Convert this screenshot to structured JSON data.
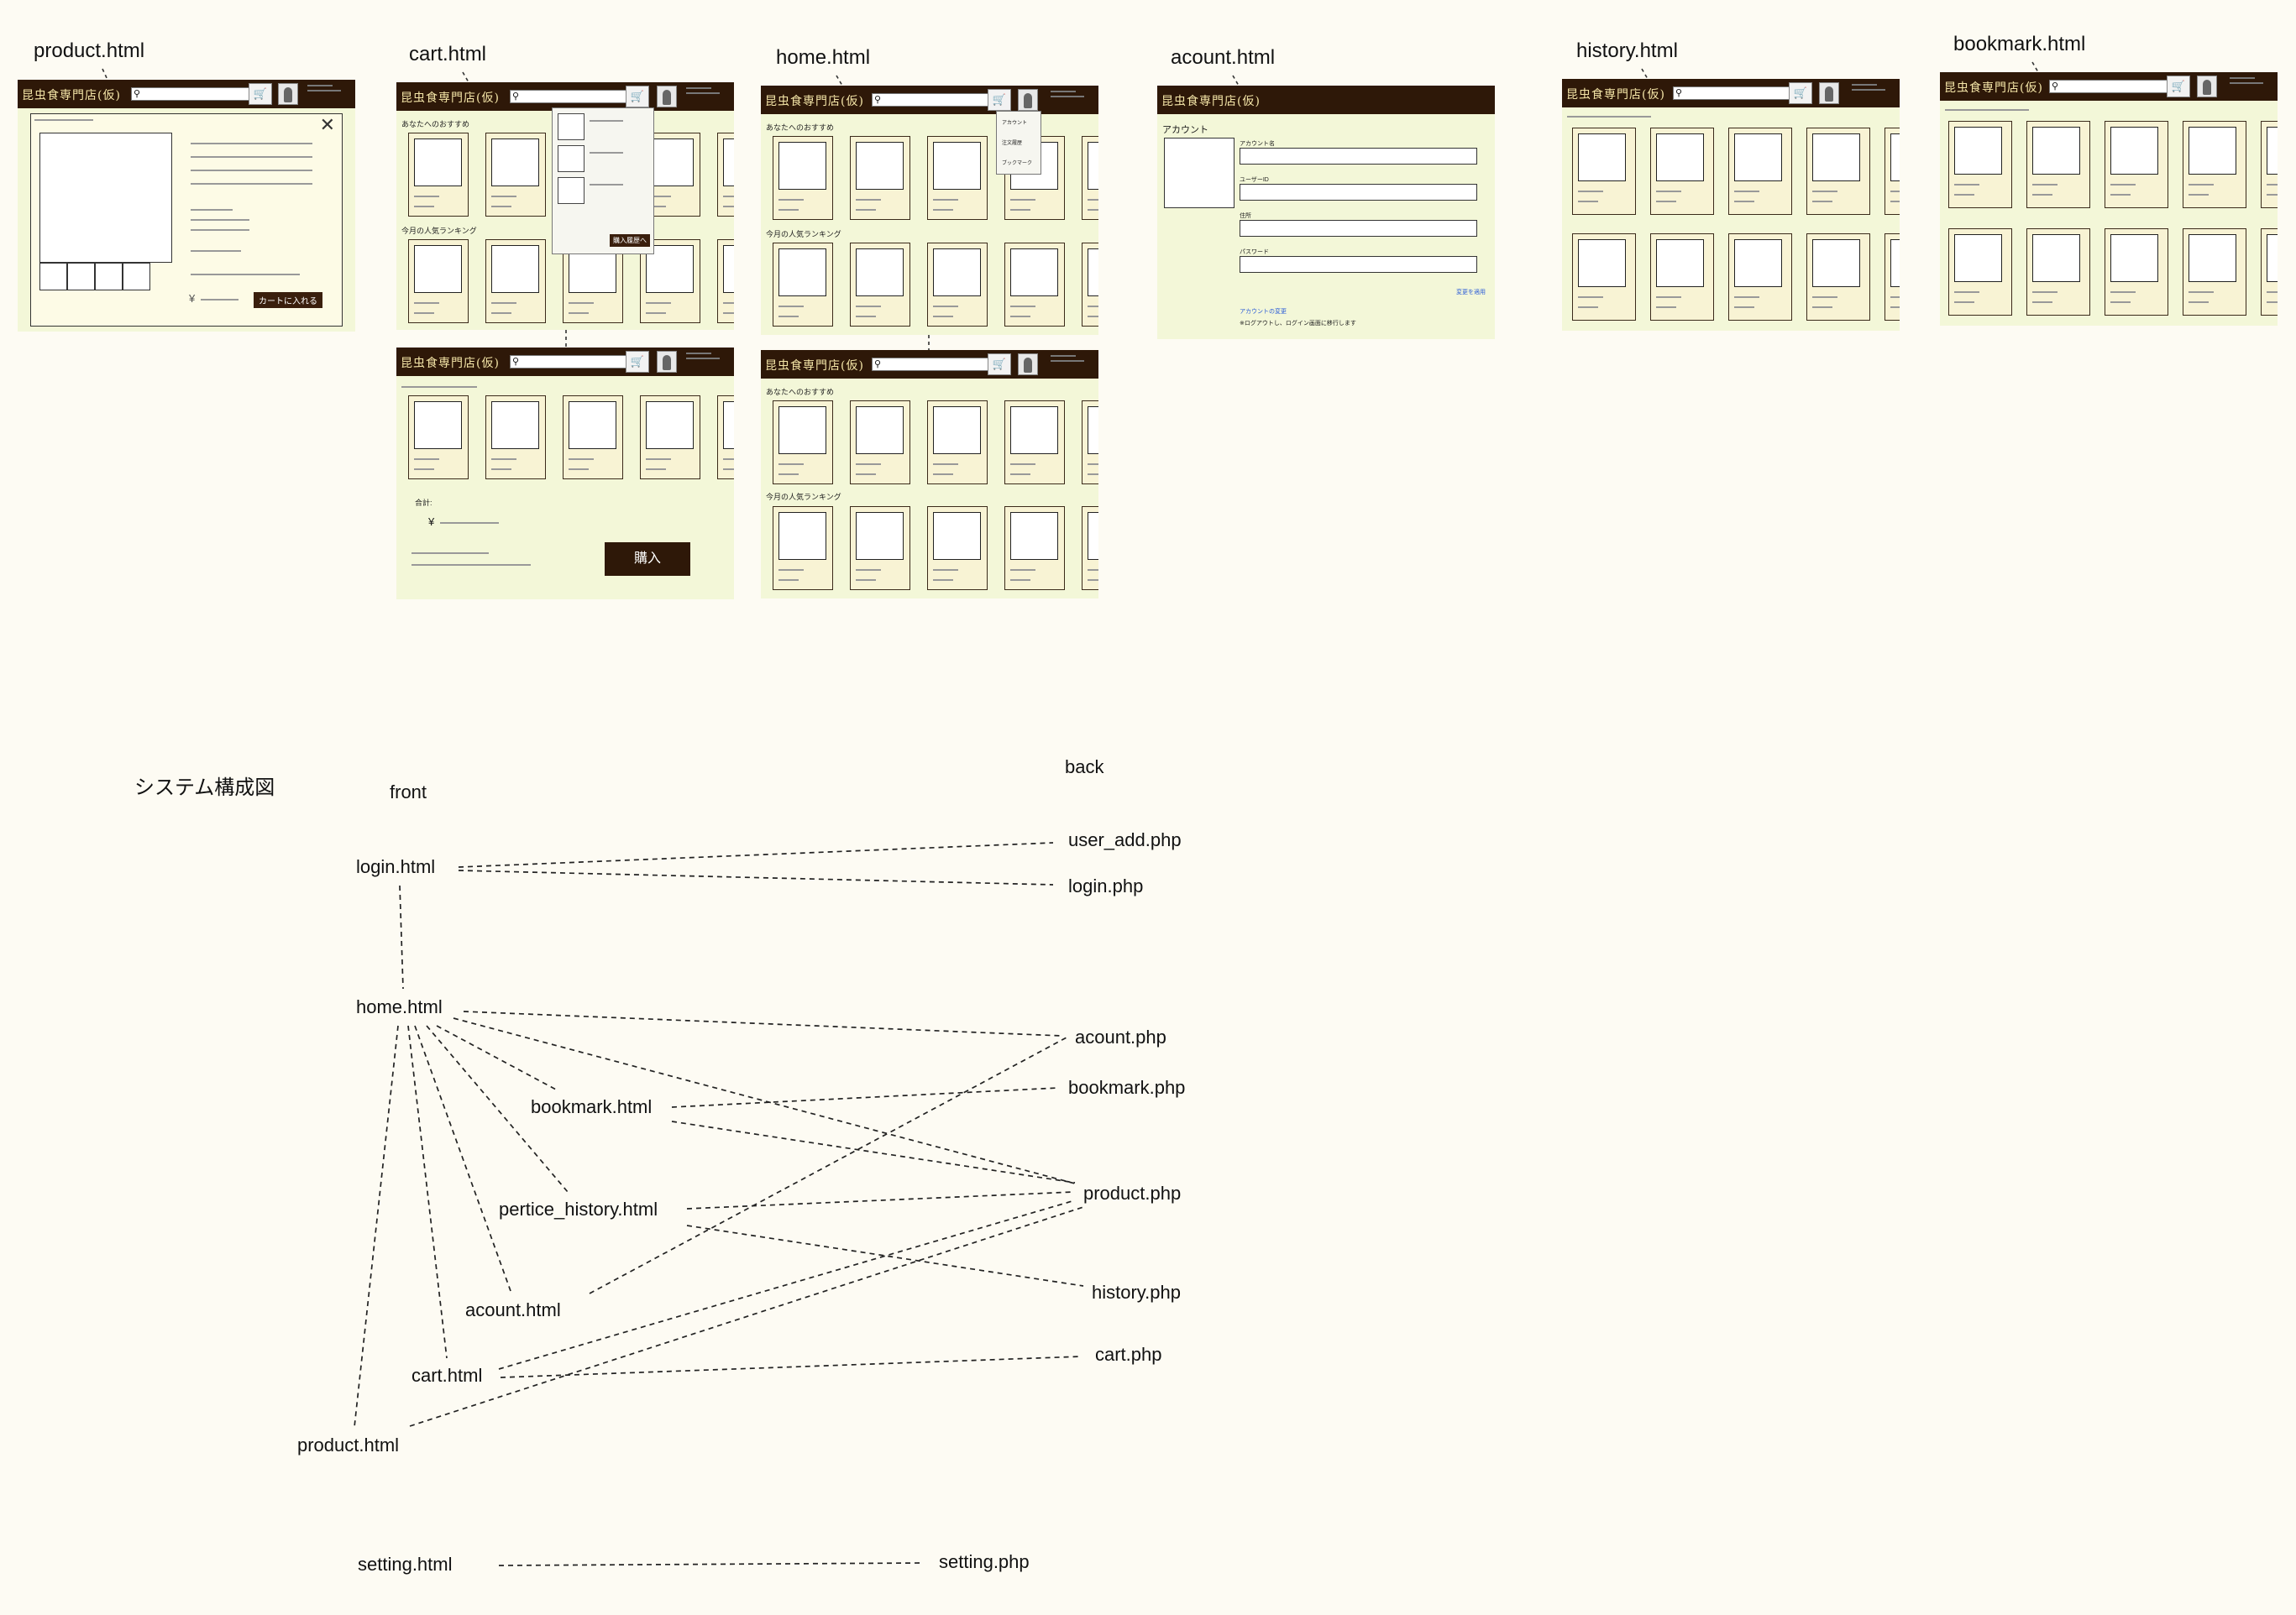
{
  "mockups": {
    "labels": {
      "product": "product.html",
      "cart": "cart.html",
      "home": "home.html",
      "acount": "acount.html",
      "history": "history.html",
      "bookmark": "bookmark.html"
    },
    "shop_logo": "昆虫食専門店(仮)",
    "search_placeholder": "…",
    "cart_icon": "cart-icon",
    "user_icon": "user-icon",
    "product_modal": {
      "close_glyph": "✕",
      "price_prefix": "¥",
      "add_to_cart_label": "カートに入れる"
    },
    "home": {
      "recommend_title": "あなたへのおすすめ",
      "ranking_title": "今月の人気ランキング",
      "user_menu": [
        "アカウント",
        "注文履歴",
        "ブックマーク"
      ]
    },
    "cart": {
      "total_label": "合計:",
      "price_prefix": "¥",
      "buy_button": "購入",
      "purchase_history_button": "購入履歴へ"
    },
    "acount": {
      "title": "アカウント",
      "fields": [
        "アカウント名",
        "ユーザーID",
        "住所",
        "パスワード"
      ],
      "apply_link": "変更を適用",
      "change_link": "アカウントの変更",
      "note": "※ログアウトし、ログイン画面に移行します"
    }
  },
  "diagram": {
    "title": "システム構成図",
    "front_header": "front",
    "back_header": "back",
    "front_nodes": {
      "login": "login.html",
      "home": "home.html",
      "bookmark": "bookmark.html",
      "pertice_history": "pertice_history.html",
      "acount": "acount.html",
      "cart": "cart.html",
      "product": "product.html",
      "setting": "setting.html"
    },
    "back_nodes": {
      "user_add": "user_add.php",
      "login": "login.php",
      "acount": "acount.php",
      "bookmark": "bookmark.php",
      "product": "product.php",
      "history": "history.php",
      "cart": "cart.php",
      "setting": "setting.php"
    },
    "connections": [
      [
        "login.html",
        "user_add.php"
      ],
      [
        "login.html",
        "login.php"
      ],
      [
        "login.html",
        "home.html"
      ],
      [
        "home.html",
        "acount.php"
      ],
      [
        "home.html",
        "product.php"
      ],
      [
        "home.html",
        "bookmark.html"
      ],
      [
        "home.html",
        "pertice_history.html"
      ],
      [
        "home.html",
        "acount.html"
      ],
      [
        "home.html",
        "cart.html"
      ],
      [
        "home.html",
        "product.html"
      ],
      [
        "bookmark.html",
        "bookmark.php"
      ],
      [
        "bookmark.html",
        "product.php"
      ],
      [
        "pertice_history.html",
        "product.php"
      ],
      [
        "pertice_history.html",
        "history.php"
      ],
      [
        "acount.html",
        "acount.php"
      ],
      [
        "cart.html",
        "product.php"
      ],
      [
        "cart.html",
        "cart.php"
      ],
      [
        "product.html",
        "product.php"
      ],
      [
        "setting.html",
        "setting.php"
      ]
    ]
  }
}
